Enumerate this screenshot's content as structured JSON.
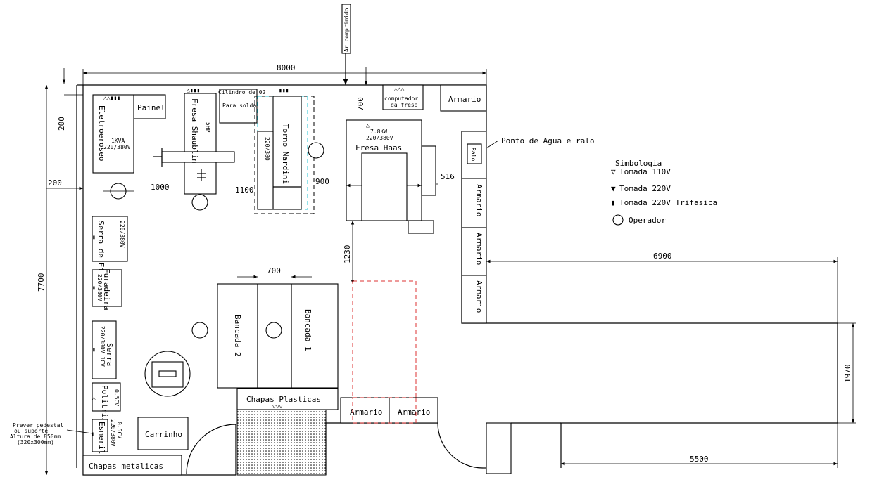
{
  "air_label": "Ar comprimido",
  "dims": {
    "d8000": "8000",
    "d700_top": "700",
    "d200_top": "200",
    "d200_left": "200",
    "d7700": "7700",
    "d1000": "1000",
    "d1100": "1100",
    "d900": "900",
    "d516": "516",
    "d1230": "1230",
    "d700_bench": "700",
    "d6900": "6900",
    "d1970": "1970",
    "d5500": "5500"
  },
  "equipment": {
    "painel": "Painel",
    "eletroeroseo": "Eletroeroseo",
    "eletro_spec1": "1KVA",
    "eletro_spec2": "220/380V",
    "fresa_shaublin": "Fresa Shaublin",
    "fresa_shaublin_hp": "5HP",
    "cilindro1": "Cilindro de 02",
    "cilindro2": "Para solda",
    "torno_nardini": "Torno Nardini",
    "torno_volt": "220/380",
    "computador1": "computador",
    "computador2": "da fresa",
    "armario_top": "Armario",
    "fresa_haas": "Fresa Haas",
    "haas_spec1": "7.8KW",
    "haas_spec2": "220/380V",
    "ponto_agua": "Ponto de Agua e ralo",
    "ralo": "Ralo",
    "armario_r1": "Armario",
    "armario_r2": "Armario",
    "armario_r3": "Armario",
    "serra_fita": "Serra de Fita",
    "serra_fita_volt": "220/380V",
    "furadeira": "Furadeira",
    "furadeira_volt": "220/380V",
    "serra": "Serra",
    "serra_volt": "220/380V  1CV",
    "politriz": "Politriz",
    "politriz_volt": "0.5CV",
    "esmeril": "Esmeril",
    "esmeril_volt1": "220/380V",
    "esmeril_volt2": "0.5CV",
    "bancada2": "Bancada 2",
    "bancada1": "Bancada 1",
    "chapas_plasticas": "Chapas Plasticas",
    "armario_b1": "Armario",
    "armario_b2": "Armario",
    "carrinho": "Carrinho",
    "chapas_metalicas": "Chapas metalicas"
  },
  "note": {
    "l1": "Prever pedestal",
    "l2": "ou suporte",
    "l3": "Altura de 850mm",
    "l4": "(320x300mm)"
  },
  "legend": {
    "title": "Simbologia",
    "t110": "Tomada 110V",
    "t220": "Tomada 220V",
    "t220tri": "Tomada 220V Trifasica",
    "operador": "Operador"
  }
}
